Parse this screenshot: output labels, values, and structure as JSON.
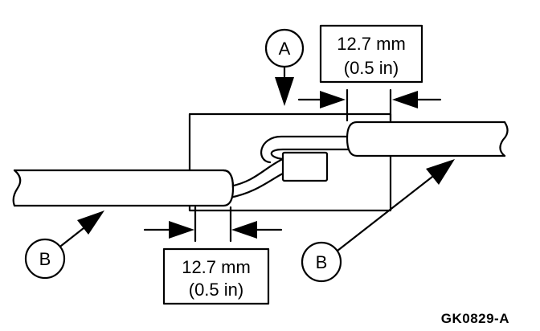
{
  "labels": {
    "callout_a": "A",
    "callout_b_left": "B",
    "callout_b_right": "B"
  },
  "dimensions": {
    "top": {
      "metric": "12.7 mm",
      "imperial": "(0.5 in)"
    },
    "bottom": {
      "metric": "12.7 mm",
      "imperial": "(0.5 in)"
    }
  },
  "figure_code": "GK0829-A",
  "colors": {
    "ink": "#000000",
    "paper": "#ffffff"
  }
}
